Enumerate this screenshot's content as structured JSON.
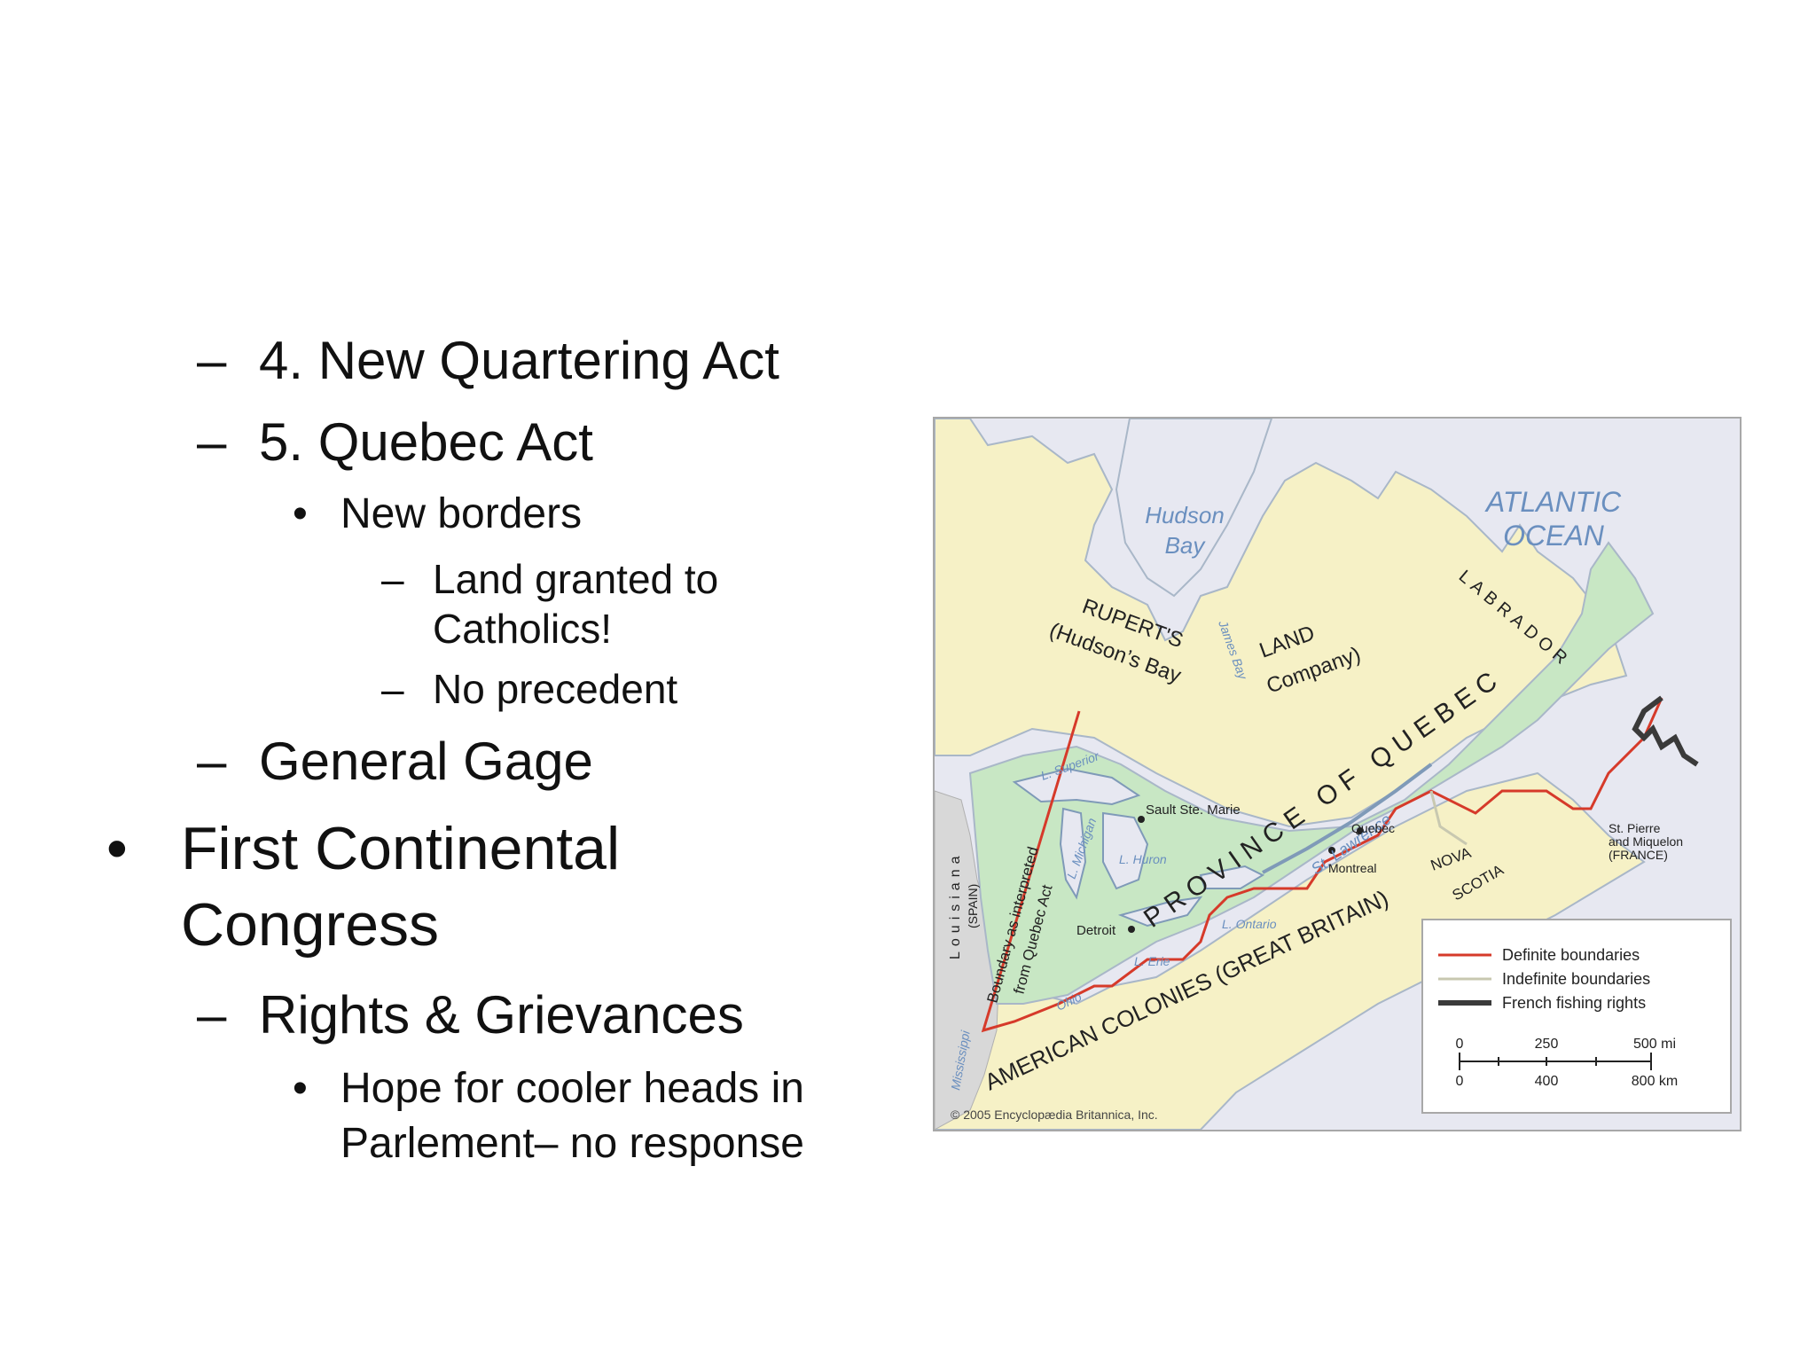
{
  "slide": {
    "items": [
      {
        "marker": "–",
        "text": "4. New Quartering Act"
      },
      {
        "marker": "–",
        "text": "5. Quebec Act"
      },
      {
        "marker": "•",
        "text": "New borders"
      },
      {
        "marker": "–",
        "text_line1": "Land granted to",
        "text_line2": "Catholics!"
      },
      {
        "marker": "–",
        "text": "No precedent"
      },
      {
        "marker": "–",
        "text": "General Gage"
      },
      {
        "marker": "•",
        "text_line1": "First Continental",
        "text_line2": "Congress"
      },
      {
        "marker": "–",
        "text": "Rights & Grievances"
      },
      {
        "marker": "•",
        "text_line1": "Hope for cooler heads in",
        "text_line2": "Parlement– no response"
      }
    ]
  },
  "map": {
    "labels": {
      "atlantic_1": "ATLANTIC",
      "atlantic_2": "OCEAN",
      "hudson_1": "Hudson",
      "hudson_2": "Bay",
      "james_bay": "James Bay",
      "ruperts_1": "RUPERT'S",
      "ruperts_2": "(Hudson’s Bay",
      "land": "LAND",
      "company": "Company)",
      "labrador": "LABRADOR",
      "province": "PROVINCE OF QUEBEC",
      "st_lawrence": "St. Lawrence",
      "quebec": "Quebec",
      "montreal": "Montreal",
      "sault": "Sault Ste. Marie",
      "detroit": "Detroit",
      "l_superior": "L. Superior",
      "l_michigan": "L. Michigan",
      "l_huron": "L. Huron",
      "l_ontario": "L. Ontario",
      "l_erie": "L. Erie",
      "ohio": "Ohio",
      "mississippi": "Mississippi",
      "louisiana": "Louisiana",
      "spain": "(SPAIN)",
      "boundary_1": "Boundary as interpreted",
      "boundary_2": "from Quebec Act",
      "nova": "NOVA",
      "scotia": "SCOTIA",
      "st_pierre_1": "St. Pierre",
      "st_pierre_2": "and Miquelon",
      "st_pierre_3": "(FRANCE)",
      "american_colonies": "AMERICAN COLONIES (GREAT BRITAIN)",
      "copyright": "© 2005 Encyclopædia Britannica, Inc."
    },
    "legend": {
      "definite": "Definite boundaries",
      "indefinite": "Indefinite boundaries",
      "fishing": "French fishing rights",
      "scale_0": "0",
      "scale_250": "250",
      "scale_500": "500 mi",
      "scale_km_0": "0",
      "scale_400": "400",
      "scale_800": "800 km"
    },
    "colors": {
      "water": "#e7e8f1",
      "land": "#f6f1c6",
      "quebec": "#c8e7c4",
      "louisiana": "#d8d8d8",
      "definite_boundary": "#d63a2a",
      "indefinite_boundary": "#c8c8b0",
      "fishing_rights": "#3a3a3a",
      "water_label": "#6a8fbf"
    }
  }
}
